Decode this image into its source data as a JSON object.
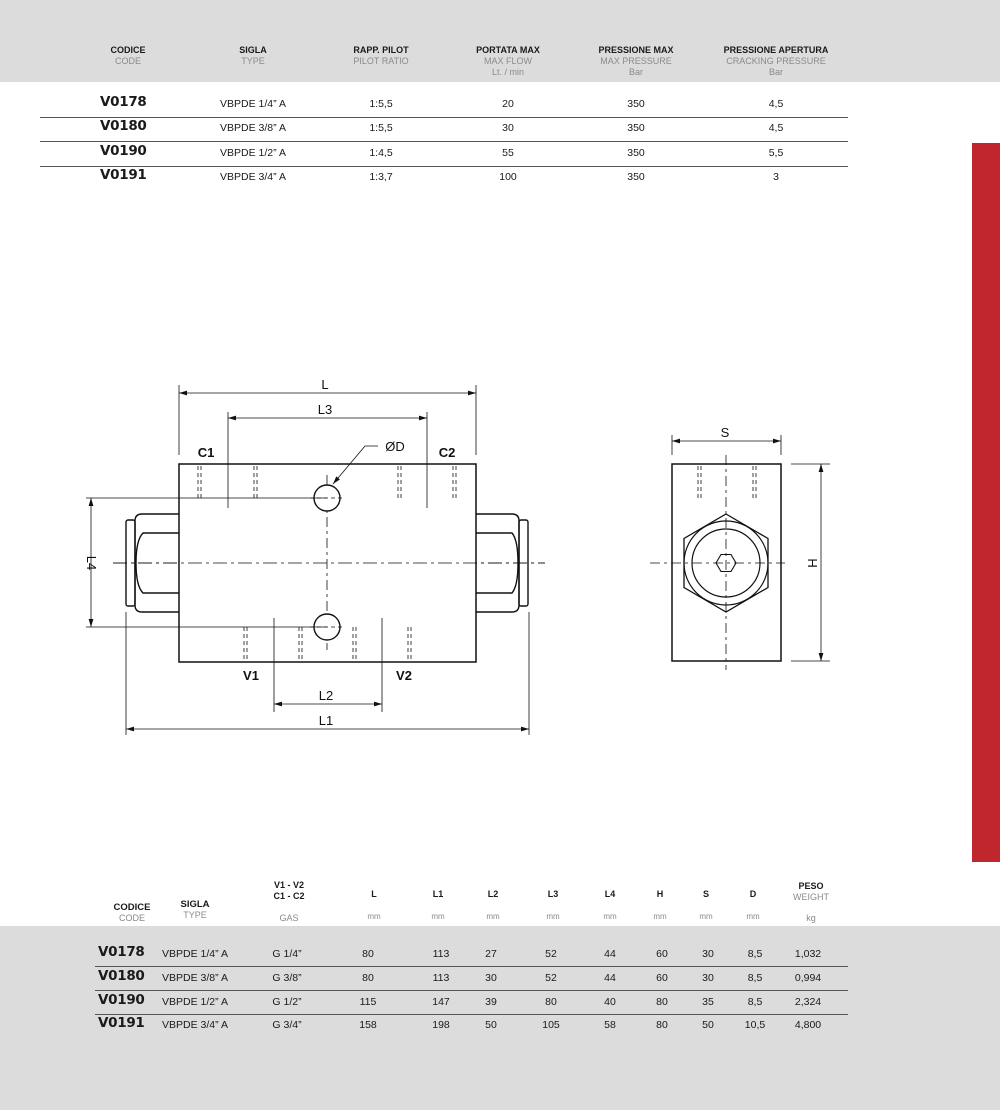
{
  "accent_color": "#c0272d",
  "top_table": {
    "headers": [
      {
        "it": "CODICE",
        "en": "CODE",
        "unit": ""
      },
      {
        "it": "SIGLA",
        "en": "TYPE",
        "unit": ""
      },
      {
        "it": "RAPP. PILOT",
        "en": "PILOT RATIO",
        "unit": ""
      },
      {
        "it": "PORTATA MAX",
        "en": "MAX FLOW",
        "unit": "Lt. / min"
      },
      {
        "it": "PRESSIONE MAX",
        "en": "MAX PRESSURE",
        "unit": "Bar"
      },
      {
        "it": "PRESSIONE APERTURA",
        "en": "CRACKING PRESSURE",
        "unit": "Bar"
      }
    ],
    "rows": [
      [
        "V0178",
        "VBPDE 1/4” A",
        "1:5,5",
        "20",
        "350",
        "4,5"
      ],
      [
        "V0180",
        "VBPDE 3/8” A",
        "1:5,5",
        "30",
        "350",
        "4,5"
      ],
      [
        "V0190",
        "VBPDE 1/2” A",
        "1:4,5",
        "55",
        "350",
        "5,5"
      ],
      [
        "V0191",
        "VBPDE 3/4” A",
        "1:3,7",
        "100",
        "350",
        "3"
      ]
    ]
  },
  "drawing": {
    "labels": {
      "L": "L",
      "L1": "L1",
      "L2": "L2",
      "L3": "L3",
      "L4": "L4",
      "S": "S",
      "H": "H",
      "D": "ØD",
      "C1": "C1",
      "C2": "C2",
      "V1": "V1",
      "V2": "V2"
    }
  },
  "bottom_table": {
    "headers": {
      "codice": {
        "it": "CODICE",
        "en": "CODE"
      },
      "sigla": {
        "it": "SIGLA",
        "en": "TYPE"
      },
      "gas": {
        "l1": "V1 - V2",
        "l2": "C1 - C2",
        "unit": "GAS"
      },
      "dims": [
        {
          "label": "L",
          "unit": "mm"
        },
        {
          "label": "L1",
          "unit": "mm"
        },
        {
          "label": "L2",
          "unit": "mm"
        },
        {
          "label": "L3",
          "unit": "mm"
        },
        {
          "label": "L4",
          "unit": "mm"
        },
        {
          "label": "H",
          "unit": "mm"
        },
        {
          "label": "S",
          "unit": "mm"
        },
        {
          "label": "D",
          "unit": "mm"
        }
      ],
      "peso": {
        "it": "PESO",
        "en": "WEIGHT",
        "unit": "kg"
      }
    },
    "rows": [
      [
        "V0178",
        "VBPDE 1/4” A",
        "G 1/4”",
        "80",
        "113",
        "27",
        "52",
        "44",
        "60",
        "30",
        "8,5",
        "1,032"
      ],
      [
        "V0180",
        "VBPDE 3/8” A",
        "G 3/8”",
        "80",
        "113",
        "30",
        "52",
        "44",
        "60",
        "30",
        "8,5",
        "0,994"
      ],
      [
        "V0190",
        "VBPDE 1/2” A",
        "G 1/2”",
        "115",
        "147",
        "39",
        "80",
        "40",
        "80",
        "35",
        "8,5",
        "2,324"
      ],
      [
        "V0191",
        "VBPDE 3/4” A",
        "G 3/4”",
        "158",
        "198",
        "50",
        "105",
        "58",
        "80",
        "50",
        "10,5",
        "4,800"
      ]
    ]
  }
}
